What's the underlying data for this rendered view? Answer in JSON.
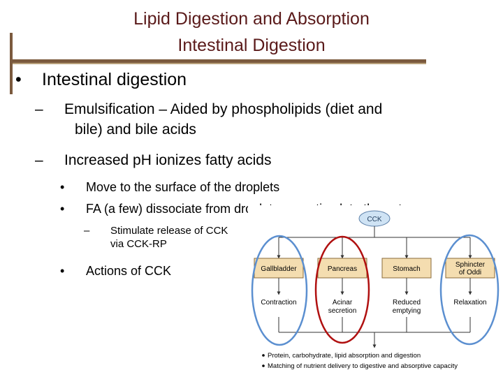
{
  "slide": {
    "title_line1": "Lipid Digestion and Absorption",
    "title_line2": "Intestinal Digestion",
    "bullets": {
      "l1": {
        "marker": "•",
        "text": "Intestinal digestion"
      },
      "l2a": {
        "marker": "–",
        "line1": "Emulsification – Aided by phospholipids (diet and",
        "line2": "bile) and bile acids"
      },
      "l2b": {
        "marker": "–",
        "text": "Increased pH ionizes fatty acids"
      },
      "l3a": {
        "marker": "•",
        "text": "Move to the surface of the droplets"
      },
      "l3b": {
        "marker": "•",
        "text": "FA (a few) dissociate from droplets, can stimulate the gut"
      },
      "l4a": {
        "marker": "–",
        "line1": "Stimulate release of CCK",
        "line2": "via CCK-RP"
      },
      "l3c": {
        "marker": "•",
        "text": "Actions of CCK"
      }
    }
  },
  "diagram": {
    "hormone": "CCK",
    "targets": [
      {
        "name": "Gallbladder",
        "effect": "Contraction"
      },
      {
        "name": "Pancreas",
        "effect_line1": "Acinar",
        "effect_line2": "secretion"
      },
      {
        "name": "Stomach",
        "effect_line1": "Reduced",
        "effect_line2": "emptying"
      },
      {
        "name_line1": "Sphincter",
        "name_line2": "of Oddi",
        "effect": "Relaxation"
      }
    ],
    "outcomes": [
      "Protein, carbohydrate, lipid absorption and digestion",
      "Matching of nutrient delivery to digestive and absorptive capacity"
    ],
    "colors": {
      "box_fill": "#f4ddb0",
      "box_stroke": "#8a6a3a",
      "cck_fill": "#cfe3f4",
      "circle_blue": "#5b8fd0",
      "circle_red": "#b01010"
    }
  }
}
